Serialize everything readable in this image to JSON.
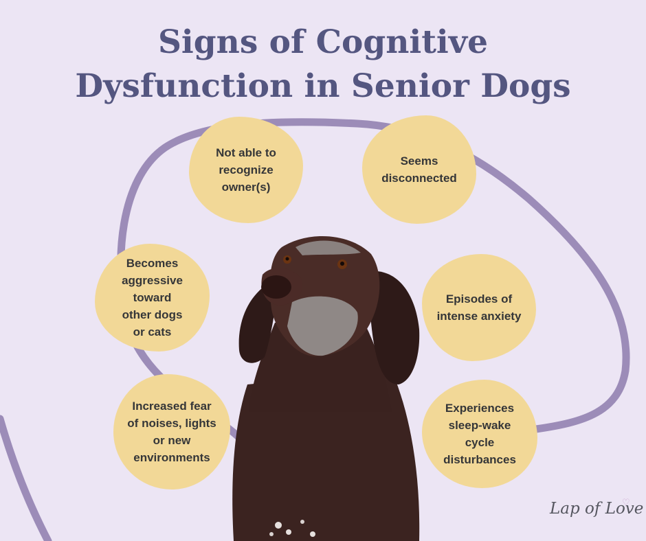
{
  "title_line1": "Signs of Cognitive",
  "title_line2": "Dysfunction in Senior Dogs",
  "signs": [
    {
      "text": "Not able to\nrecognize\nowner(s)"
    },
    {
      "text": "Seems\ndisconnected"
    },
    {
      "text": "Becomes\naggressive\ntoward\nother dogs\nor cats"
    },
    {
      "text": "Episodes of\nintense anxiety"
    },
    {
      "text": "Increased fear\nof noises, lights\nor new\nenvironments"
    },
    {
      "text": "Experiences\nsleep-wake\ncycle\ndisturbances"
    }
  ],
  "logo_text": "Lap of Love",
  "colors": {
    "background": "#ece5f4",
    "title": "#545680",
    "bubble": "#f2d897",
    "swirl": "#9c8cb8",
    "dog_coat": "#3b2320"
  },
  "icons": [
    "heart-icon"
  ]
}
